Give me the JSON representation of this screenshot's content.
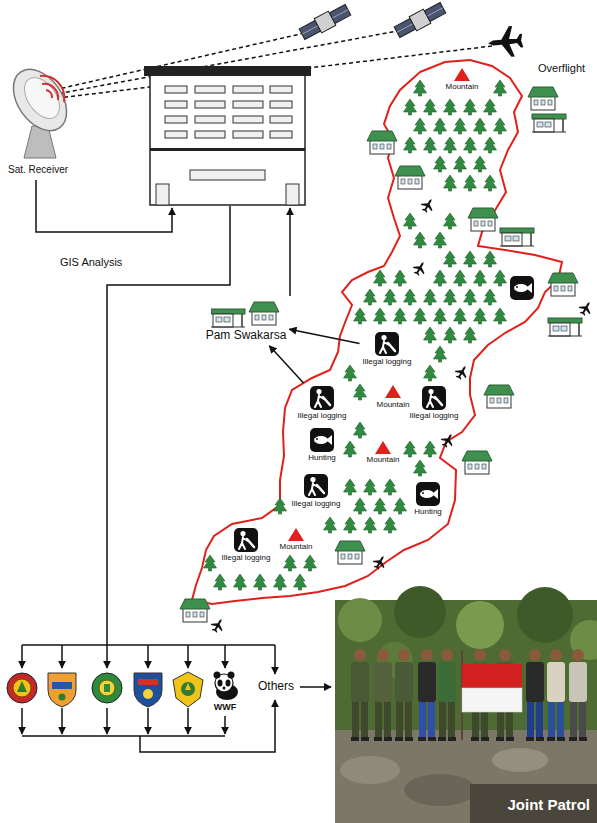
{
  "diagram": {
    "nodes": [
      {
        "text": [
          "Pam Swakarsa"
        ]
      },
      {
        "text": [
          "Illegal logging"
        ]
      },
      {
        "text": [
          "Illegal logging"
        ]
      },
      {
        "text": [
          "Illegal logging"
        ]
      },
      {
        "text": [
          "Hunting"
        ]
      },
      {
        "text": [
          "Illegal logging"
        ]
      },
      {
        "text": [
          "Hunting"
        ]
      },
      {
        "text": [
          "Illegal logging"
        ]
      }
    ],
    "edges": [
      {
        "from": 1,
        "to": 0,
        "arrow": "to"
      },
      {
        "from": 2,
        "to": 0,
        "arrow": "to"
      }
    ],
    "labels": [
      "Overflight",
      "Mountain",
      "Sat. Receiver",
      "GIS Analysis",
      "Mountain",
      "Mountain",
      "Mountain",
      "WWF",
      "Others",
      "Joint Patrol"
    ]
  }
}
